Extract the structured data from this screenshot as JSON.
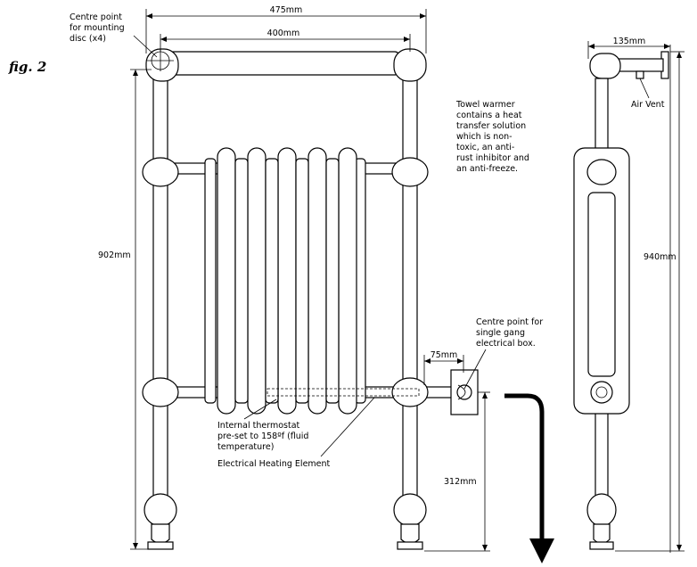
{
  "figure_label": "fig. 2",
  "dimensions": {
    "overall_width": "475mm",
    "centres_width": "400mm",
    "height_left": "902mm",
    "height_side": "940mm",
    "depth": "135mm",
    "offset_box": "75mm",
    "box_height": "312mm"
  },
  "annotations": {
    "mount_point": [
      "Centre point",
      "for mounting",
      "disc (x4)"
    ],
    "towel_note": [
      "Towel warmer",
      "contains a heat",
      "transfer solution",
      "which is non-",
      "toxic, an anti-",
      "rust inhibitor and",
      "an anti-freeze."
    ],
    "air_vent": "Air Vent",
    "gang_box": [
      "Centre point for",
      "single gang",
      "electrical box."
    ],
    "thermostat": [
      "Internal thermostat",
      "pre-set to 158ºf (fluid",
      "temperature)"
    ],
    "heating_element": "Electrical Heating Element"
  },
  "colors": {
    "stroke": "#000000",
    "background": "#ffffff"
  }
}
